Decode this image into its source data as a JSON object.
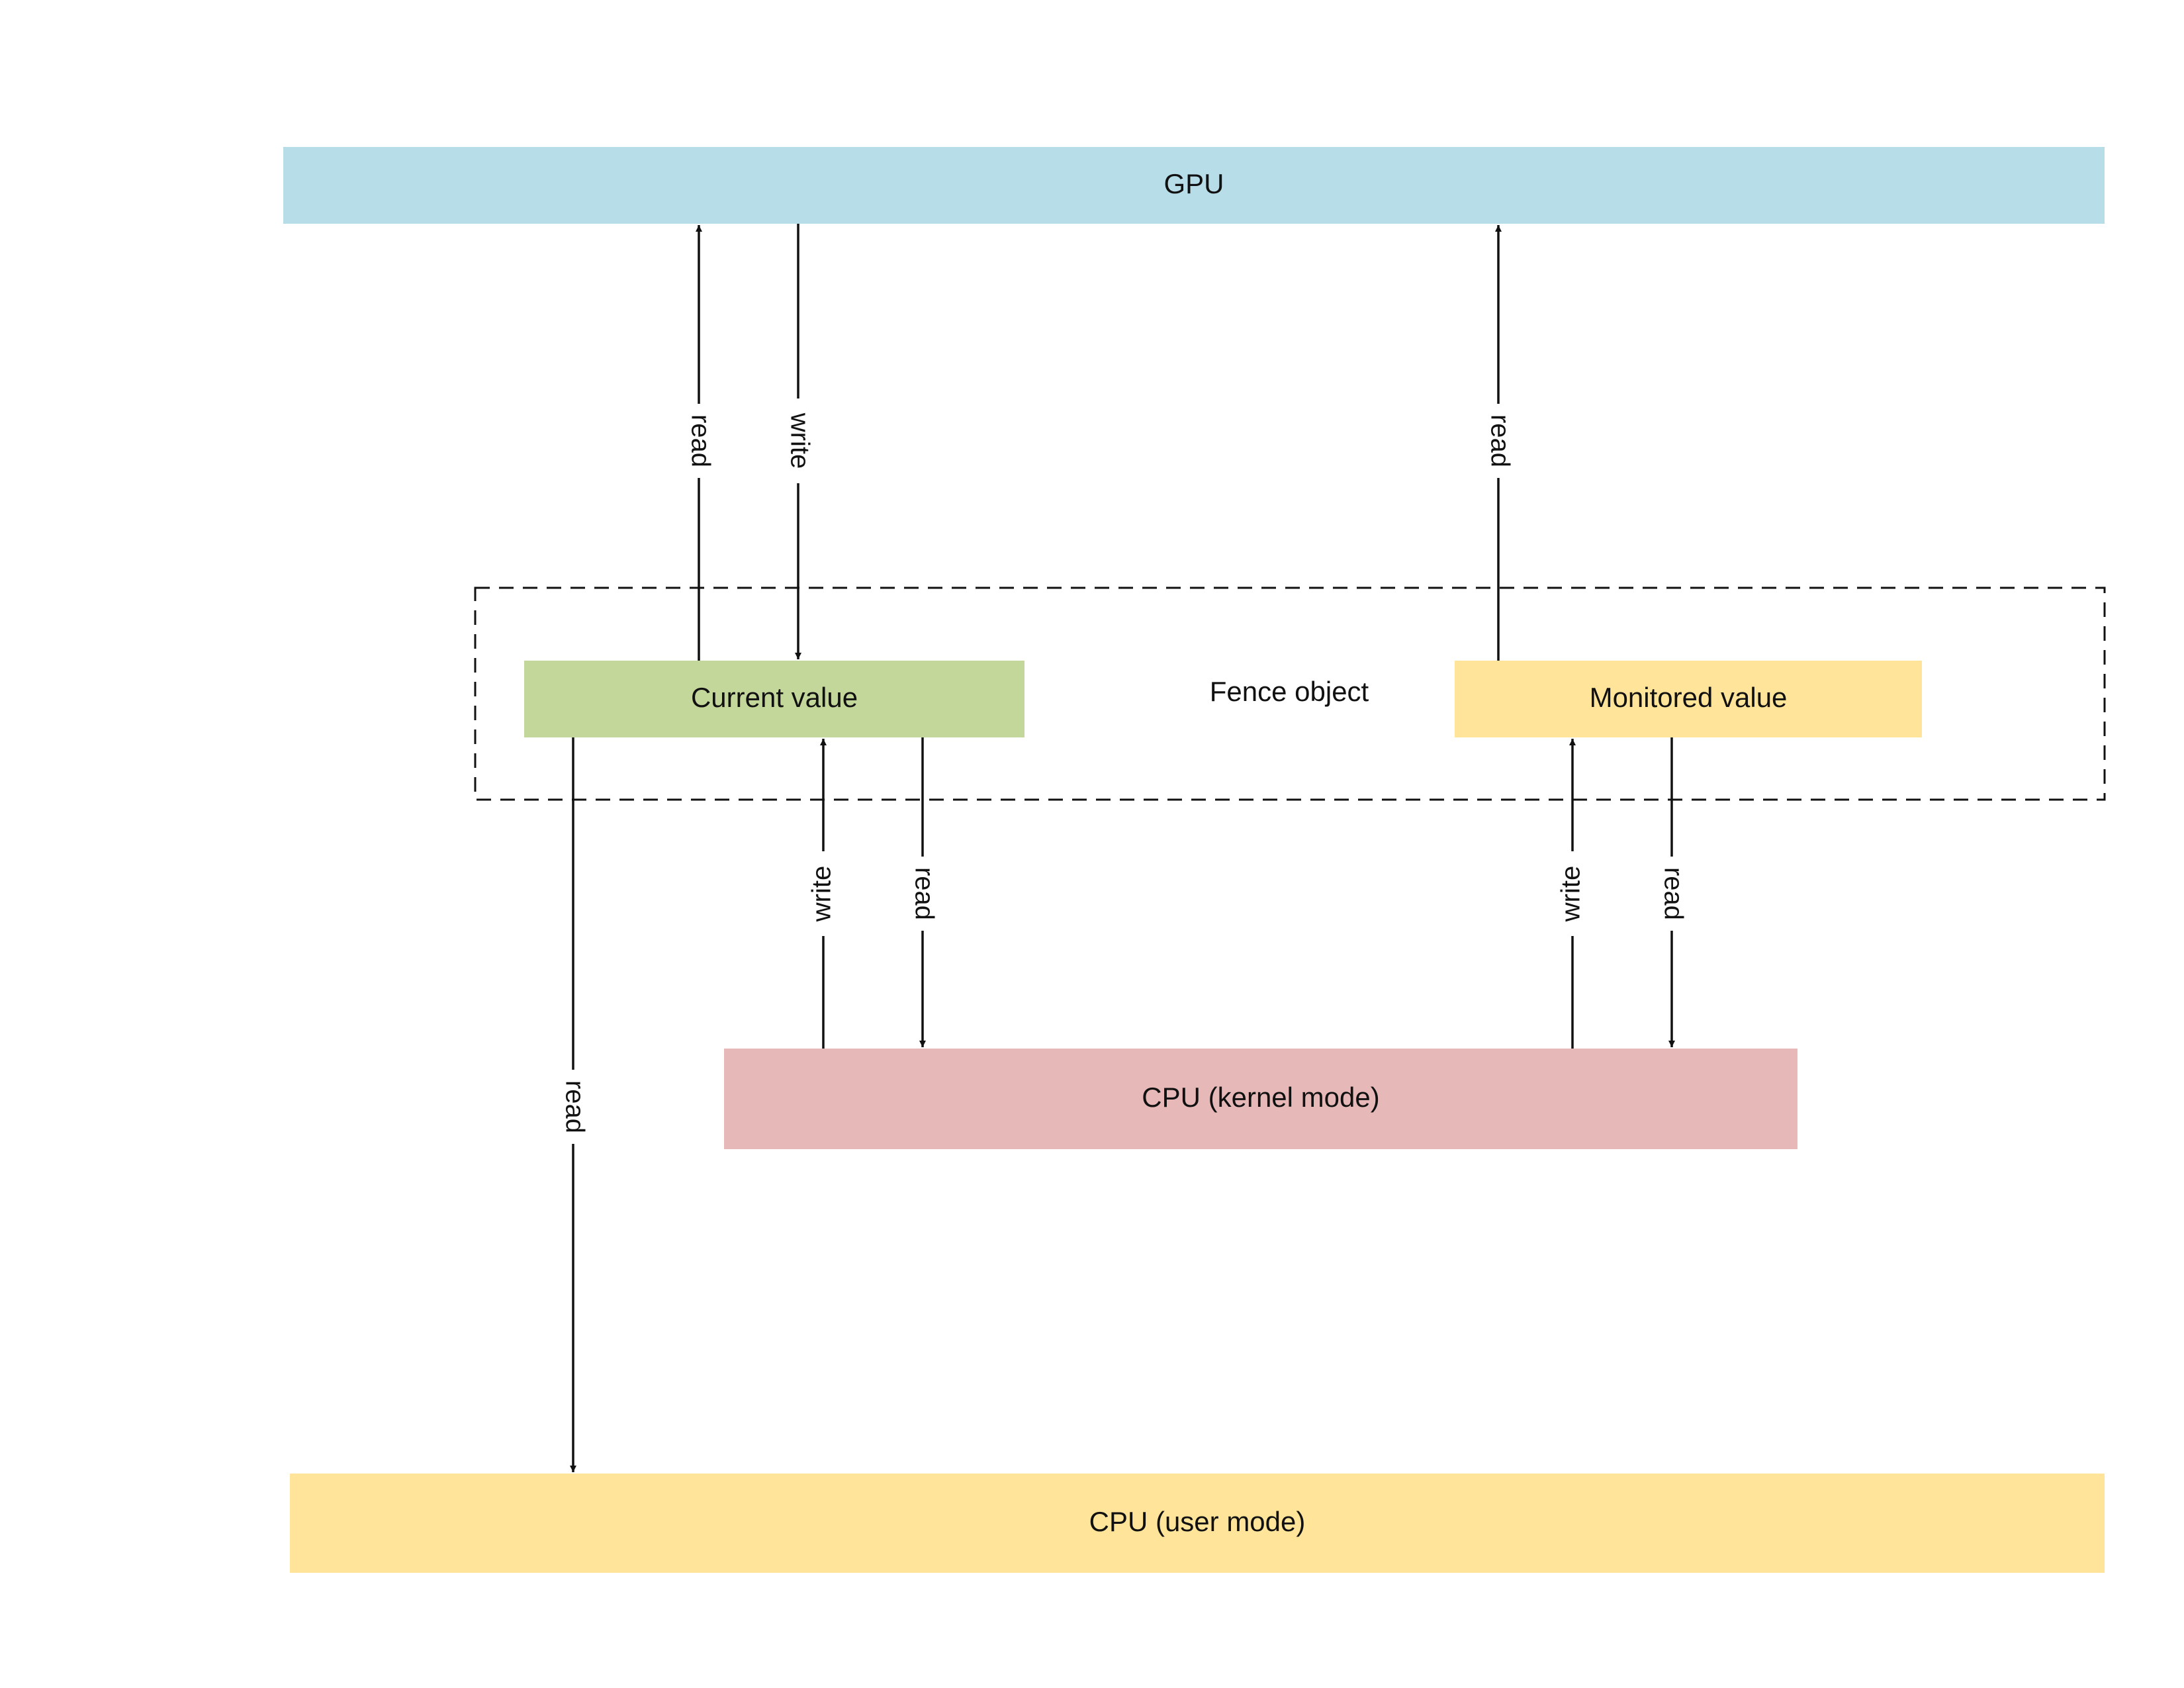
{
  "colors": {
    "gpu": "#b7dde8",
    "current_value": "#c4d79b",
    "monitored_value": "#ffe499",
    "cpu_kernel": "#e6b9b8",
    "cpu_user": "#ffe499",
    "line": "#111111"
  },
  "nodes": {
    "gpu": {
      "label": "GPU"
    },
    "fence": {
      "label": "Fence object"
    },
    "current": {
      "label": "Current value"
    },
    "monitored": {
      "label": "Monitored value"
    },
    "kernel": {
      "label": "CPU (kernel mode)"
    },
    "user": {
      "label": "CPU (user mode)"
    }
  },
  "edges": [
    {
      "id": "current-to-gpu",
      "from": "current",
      "to": "gpu",
      "label": "read"
    },
    {
      "id": "gpu-to-current",
      "from": "gpu",
      "to": "current",
      "label": "write"
    },
    {
      "id": "monitored-to-gpu",
      "from": "monitored",
      "to": "gpu",
      "label": "read"
    },
    {
      "id": "kernel-to-current",
      "from": "kernel",
      "to": "current",
      "label": "write"
    },
    {
      "id": "current-to-kernel",
      "from": "current",
      "to": "kernel",
      "label": "read"
    },
    {
      "id": "kernel-to-monitored",
      "from": "kernel",
      "to": "monitored",
      "label": "write"
    },
    {
      "id": "monitored-to-kernel",
      "from": "monitored",
      "to": "kernel",
      "label": "read"
    },
    {
      "id": "current-to-user",
      "from": "current",
      "to": "user",
      "label": "read"
    }
  ]
}
